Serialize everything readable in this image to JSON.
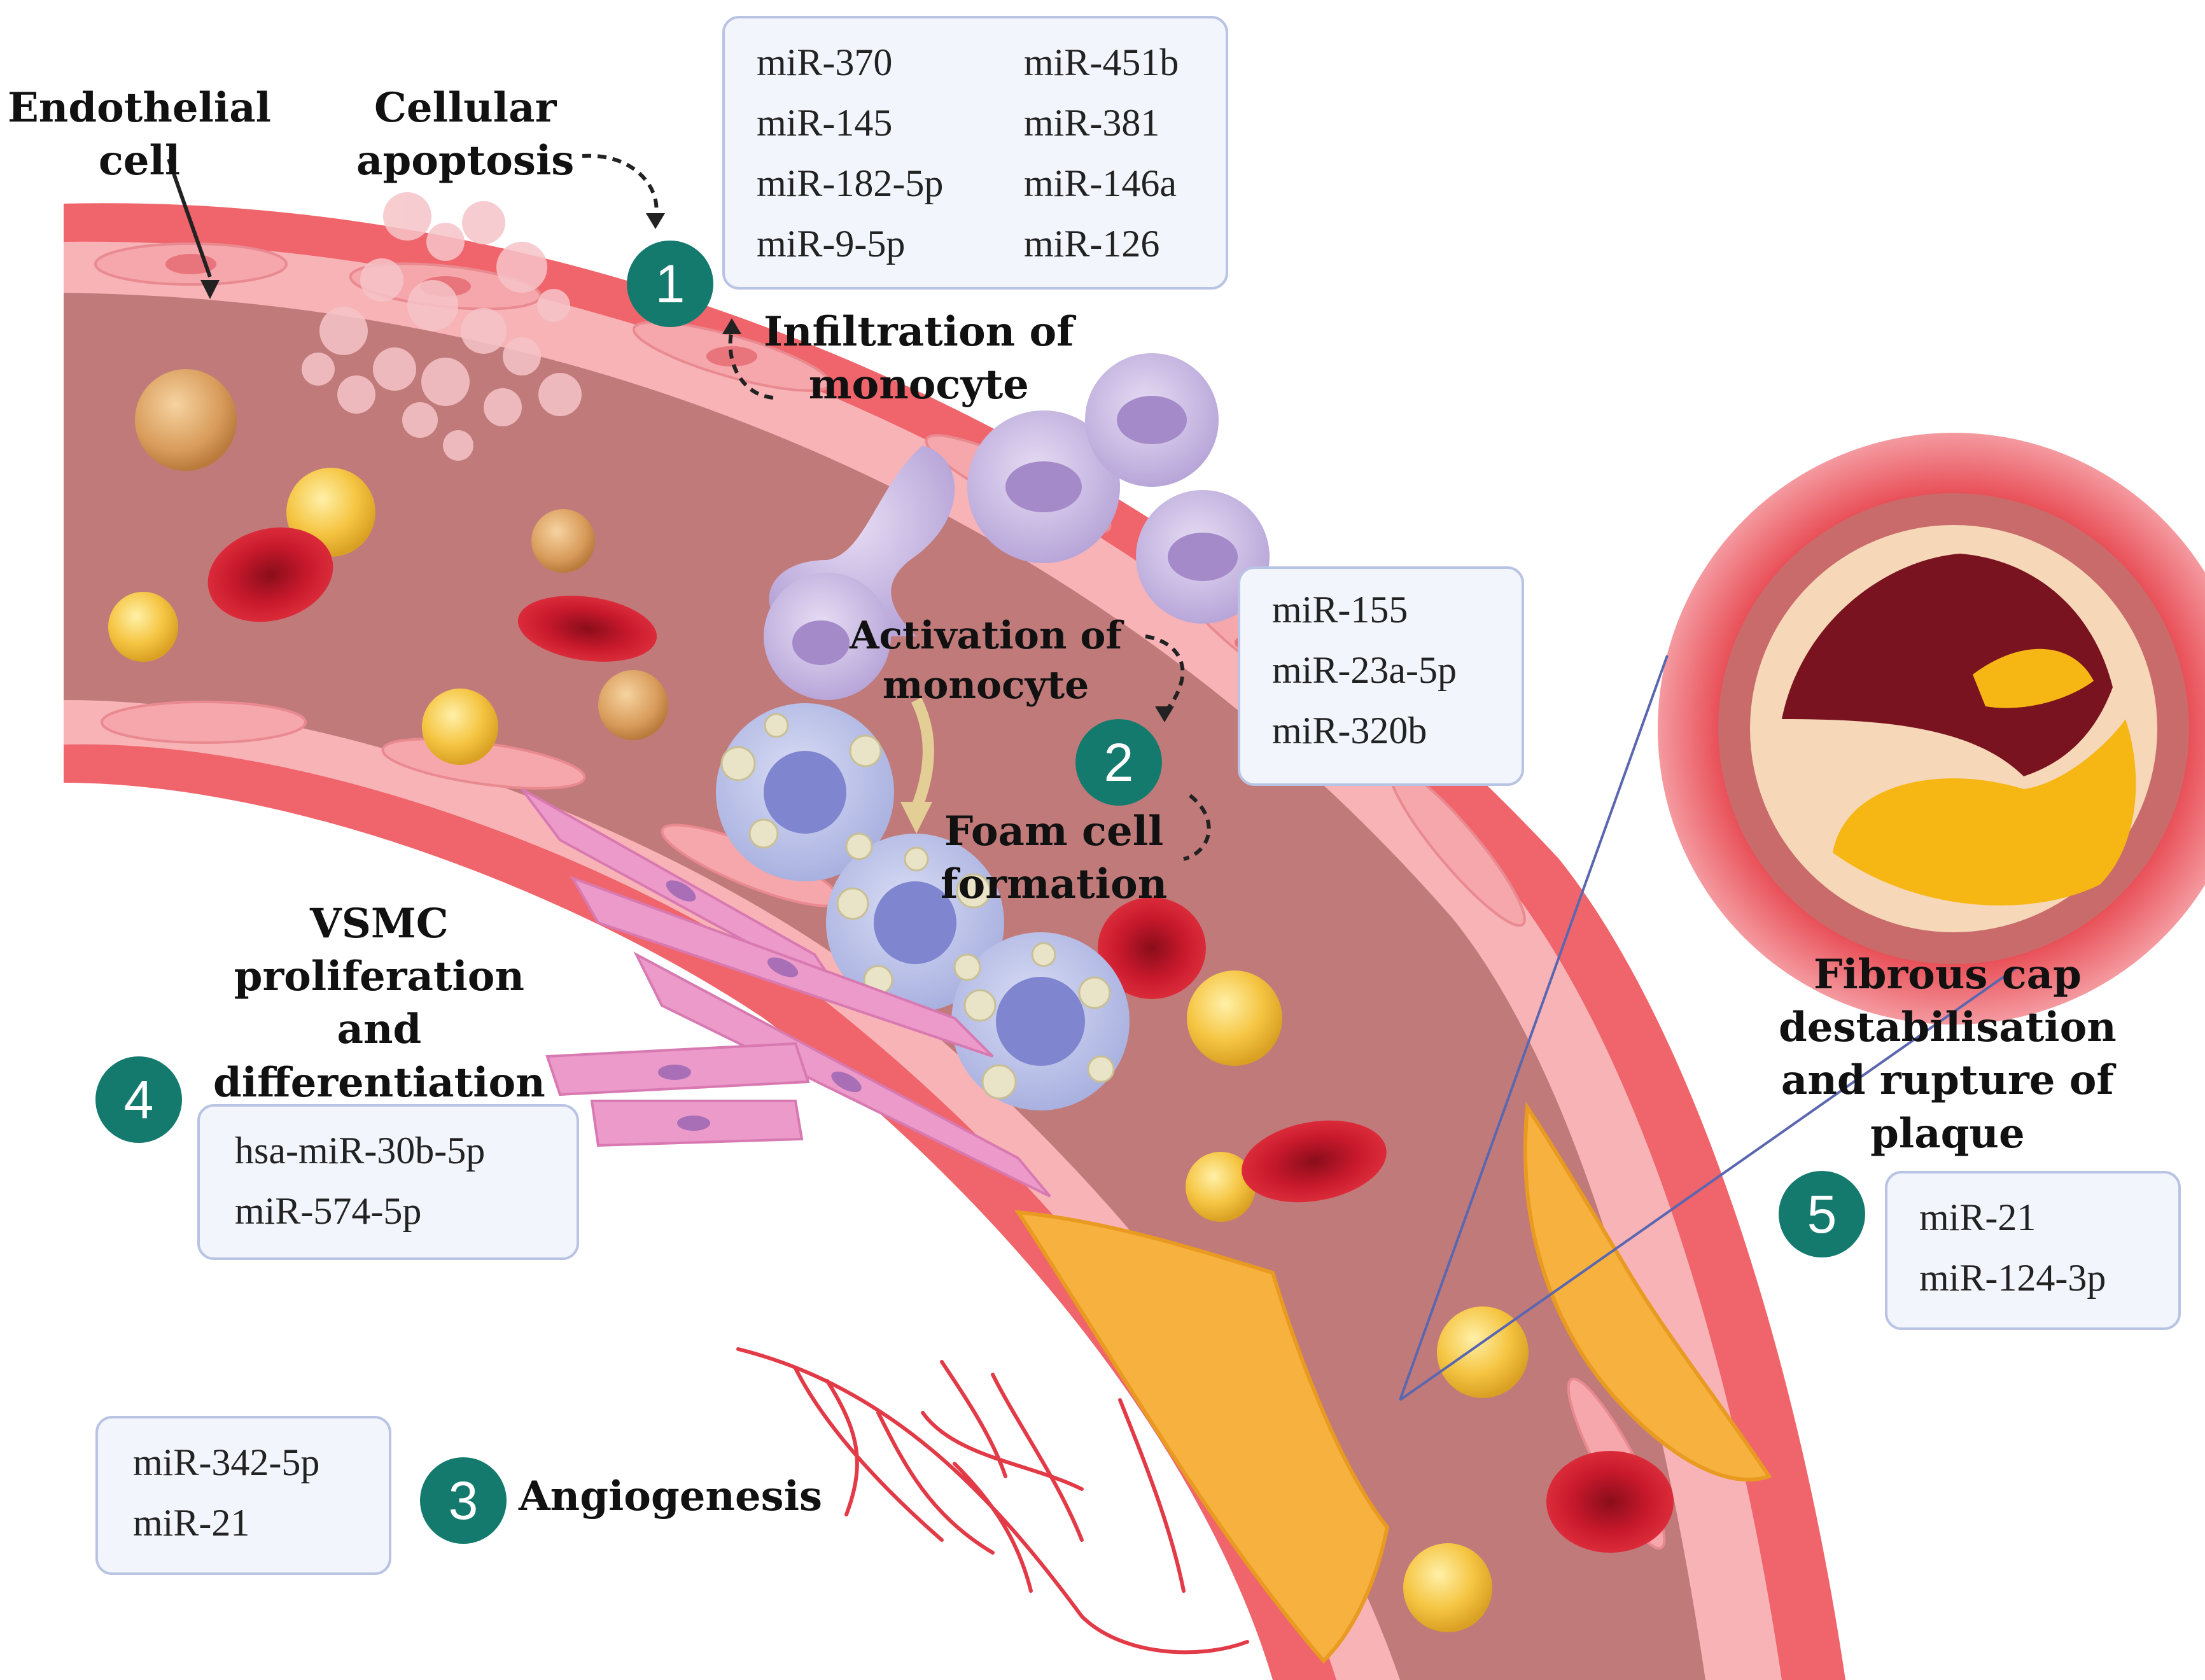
{
  "labels": {
    "endothelial": "Endothelial\ncell",
    "apoptosis": "Cellular\napoptosis",
    "infiltration": "Infiltration of\nmonocyte",
    "activation": "Activation of\nmonocyte",
    "foam": "Foam cell\nformation",
    "vsmc": "VSMC\nproliferation\nand\ndifferentiation",
    "angiogenesis": "Angiogenesis",
    "fibrous": "Fibrous cap\ndestabilisation\nand rupture of\nplaque"
  },
  "steps": [
    {
      "number": "1",
      "mirnas": [
        "miR-370",
        "miR-451b",
        "miR-145",
        "miR-381",
        "miR-182-5p",
        "miR-146a",
        "miR-9-5p",
        "miR-126"
      ]
    },
    {
      "number": "2",
      "mirnas": [
        "miR-155",
        "miR-23a-5p",
        "miR-320b"
      ]
    },
    {
      "number": "3",
      "mirnas": [
        "miR-342-5p",
        "miR-21"
      ]
    },
    {
      "number": "4",
      "mirnas": [
        "hsa-miR-30b-5p",
        "miR-574-5p"
      ]
    },
    {
      "number": "5",
      "mirnas": [
        "miR-21",
        "miR-124-3p"
      ]
    }
  ],
  "colors": {
    "badge": "#157a6e",
    "vessel_wall": "#f0656b",
    "lumen": "#c07a7a",
    "plaque": "#f6b13e",
    "box_border": "#b9c3e3",
    "box_fill": "#f3f5fc"
  }
}
